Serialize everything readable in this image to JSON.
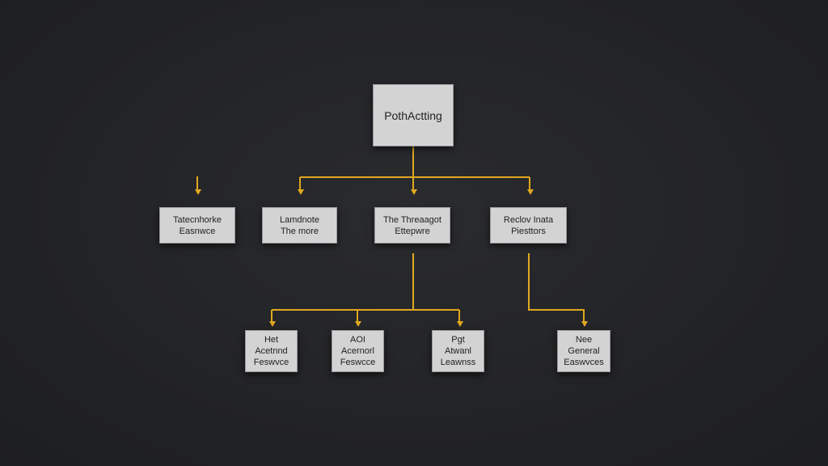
{
  "colors": {
    "connector": "#e0a820",
    "node_bg": "#d3d3d3",
    "background": "#222326"
  },
  "root": {
    "label": "PothActting"
  },
  "level1": [
    {
      "lines": [
        "Tatecnhorke",
        "Easnwce"
      ]
    },
    {
      "lines": [
        "Lamdnote",
        "The more"
      ]
    },
    {
      "lines": [
        "The Threaagot",
        "Ettepwre"
      ]
    },
    {
      "lines": [
        "Reclov Inata",
        "Piesttors"
      ]
    }
  ],
  "level2": [
    {
      "lines": [
        "Het",
        "Acetnnd",
        "Feswvce"
      ]
    },
    {
      "lines": [
        "AOI",
        "Acernorl",
        "Feswcce"
      ]
    },
    {
      "lines": [
        "Pgt",
        "Atwanl",
        "Leawnss"
      ]
    },
    {
      "lines": [
        "Nee",
        "General",
        "Easwvces"
      ]
    }
  ]
}
